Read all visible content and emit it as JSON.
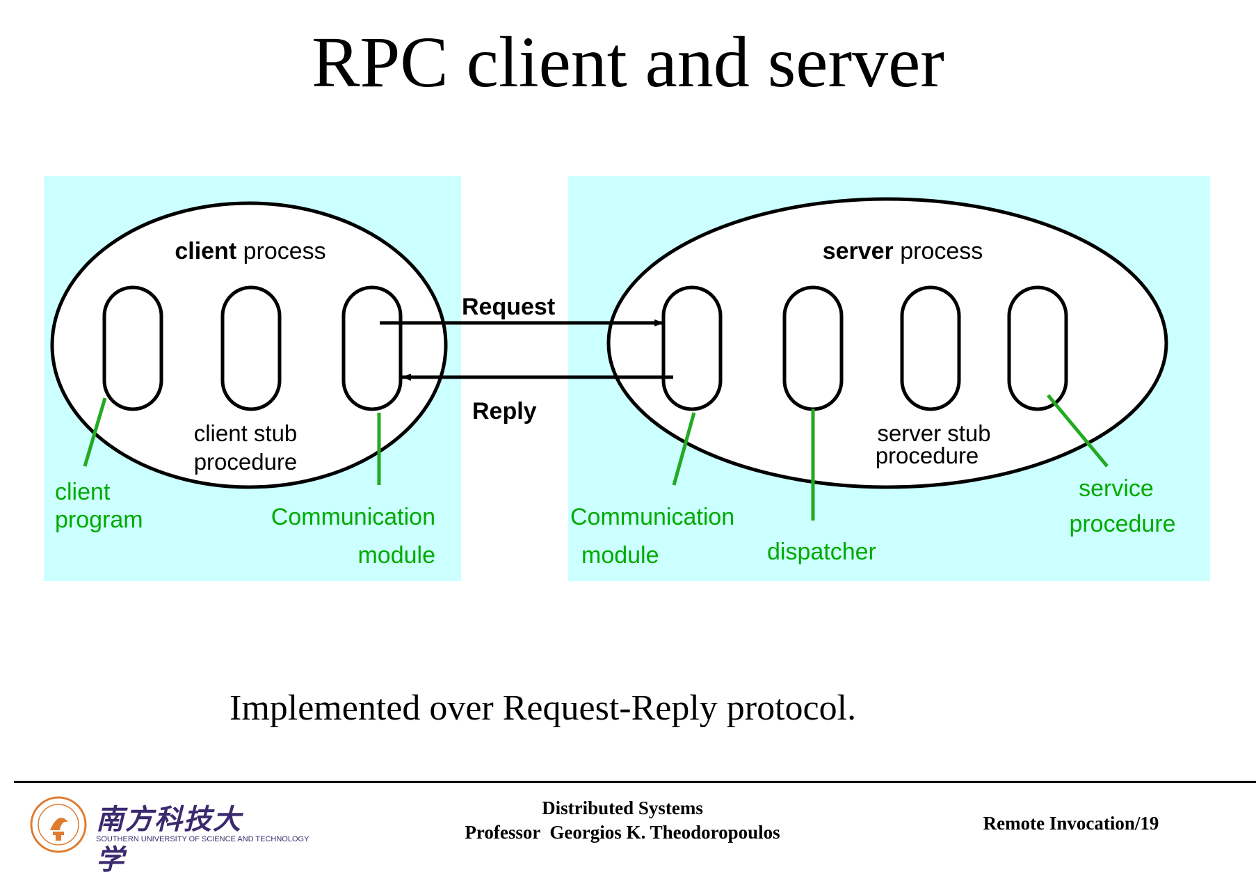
{
  "slide": {
    "title": "RPC client and server",
    "subtitle": "Implemented over Request-Reply protocol."
  },
  "client": {
    "process_bold": "client",
    "process_rest": " process",
    "stub_line1": "client stub",
    "stub_line2": "procedure",
    "program_line1": "client",
    "program_line2": "program",
    "comm_line1": "Communication",
    "comm_line2": "module"
  },
  "server": {
    "process_bold": "server",
    "process_rest": " process",
    "stub_line1": "server stub",
    "stub_line2": "procedure",
    "comm_line1": "Communication",
    "comm_line2": "module",
    "dispatcher": "dispatcher",
    "service_line1": "service",
    "service_line2": "procedure"
  },
  "messages": {
    "request": "Request",
    "reply": "Reply"
  },
  "footer": {
    "course": "Distributed Systems",
    "professor": "Professor  Georgios K. Theodoropoulos",
    "page": "Remote Invocation/19",
    "logo_cn": "南方科技大学",
    "logo_en": "SOUTHERN UNIVERSITY OF SCIENCE AND TECHNOLOGY"
  },
  "colors": {
    "panel_bg": "#ccffff",
    "label_green": "#00aa00",
    "leader_green": "#22aa22",
    "logo_orange": "#e07a2e"
  }
}
